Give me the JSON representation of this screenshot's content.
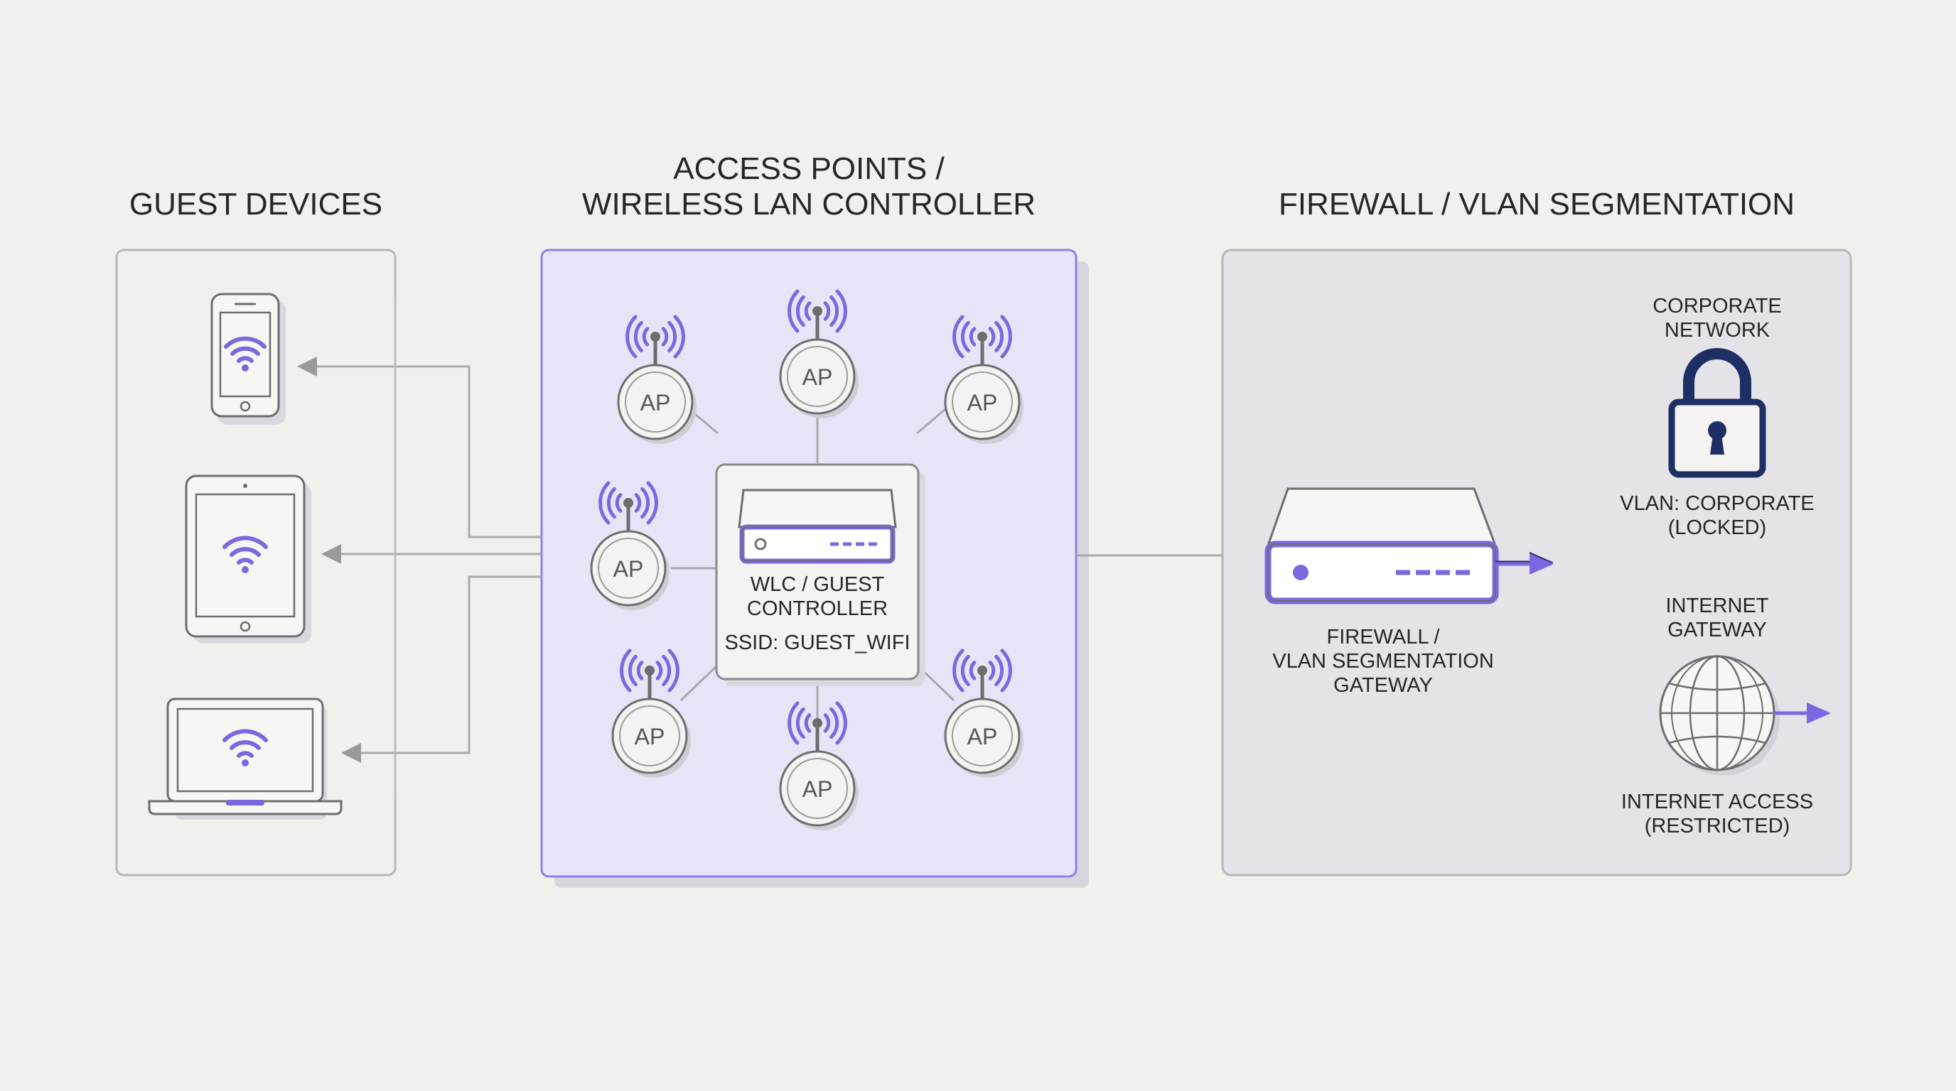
{
  "columns": {
    "guest": {
      "title": "GUEST DEVICES"
    },
    "access": {
      "title_line1": "ACCESS POINTS /",
      "title_line2": "WIRELESS LAN CONTROLLER"
    },
    "firewall": {
      "title": "FIREWALL / VLAN SEGMENTATION"
    }
  },
  "devices": [
    {
      "name": "smartphone",
      "icon": "smartphone-wifi-icon"
    },
    {
      "name": "tablet",
      "icon": "tablet-wifi-icon"
    },
    {
      "name": "laptop",
      "icon": "laptop-wifi-icon"
    }
  ],
  "access_points": {
    "label": "AP",
    "count": 7
  },
  "wlc": {
    "line1": "WLC / GUEST",
    "line2": "CONTROLLER",
    "ssid": "SSID: GUEST_WIFI"
  },
  "firewall_device": {
    "line1": "FIREWALL /",
    "line2": "VLAN SEGMENTATION",
    "line3": "GATEWAY"
  },
  "corporate": {
    "title_line1": "CORPORATE",
    "title_line2": "NETWORK",
    "caption_line1": "VLAN: CORPORATE",
    "caption_line2": "(LOCKED)",
    "icon": "padlock-icon"
  },
  "internet": {
    "title_line1": "INTERNET",
    "title_line2": "GATEWAY",
    "caption_line1": "INTERNET ACCESS",
    "caption_line2": "(RESTRICTED)",
    "icon": "globe-icon"
  },
  "colors": {
    "background": "#f2f0ec",
    "accent_purple": "#7b68e0",
    "corporate_navy": "#1e2f66",
    "panel_purple": "#e8e4f8",
    "panel_gray": "#e4e3e8"
  }
}
